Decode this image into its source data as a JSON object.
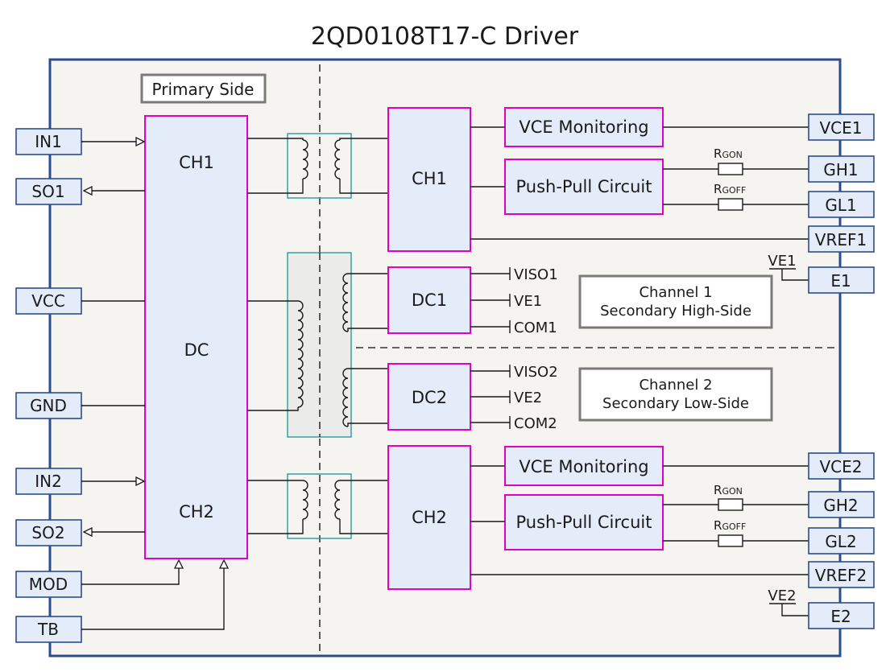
{
  "title": "2QD0108T17-C Driver",
  "regions": {
    "primary": "Primary Side",
    "ch1_secondary": [
      "Channel 1",
      "Secondary High-Side"
    ],
    "ch2_secondary": [
      "Channel 2",
      "Secondary Low-Side"
    ]
  },
  "left_pins": [
    "IN1",
    "SO1",
    "VCC",
    "GND",
    "IN2",
    "SO2",
    "MOD",
    "TB"
  ],
  "right_pins": [
    "VCE1",
    "GH1",
    "GL1",
    "VREF1",
    "E1",
    "VCE2",
    "GH2",
    "GL2",
    "VREF2",
    "E2"
  ],
  "primary_block": {
    "top": "CH1",
    "middle": "DC",
    "bottom": "CH2"
  },
  "secondary_blocks": {
    "ch1": "CH1",
    "dc1": "DC1",
    "dc2": "DC2",
    "ch2": "CH2",
    "vce_monitoring": "VCE Monitoring",
    "push_pull": "Push-Pull Circuit"
  },
  "dc_outputs": {
    "dc1": [
      "VISO1",
      "VE1",
      "COM1"
    ],
    "dc2": [
      "VISO2",
      "VE2",
      "COM2"
    ]
  },
  "resistors": {
    "gon": {
      "main": "R",
      "sub": "GON"
    },
    "goff": {
      "main": "R",
      "sub": "GOFF"
    }
  },
  "ground_refs": {
    "e1": "VE1",
    "e2": "VE2"
  },
  "colors": {
    "frame": "#2b4d90",
    "panel": "#f5f4f0",
    "block_fill": "#e3ecf8",
    "block_border": "#e000c8",
    "transformer": "#2a9aa0",
    "group_border": "#7a7a7a"
  }
}
